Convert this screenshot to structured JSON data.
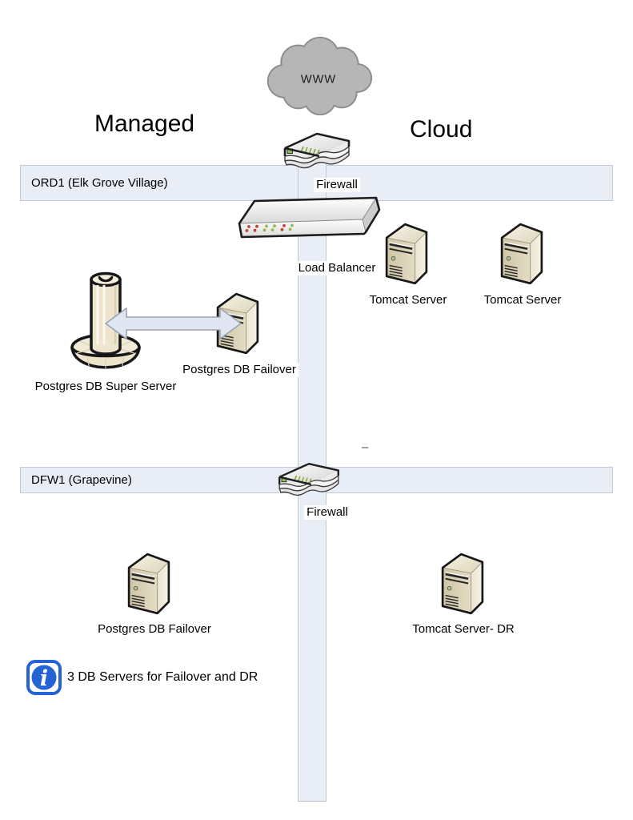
{
  "zones": {
    "managed": "Managed",
    "cloud": "Cloud"
  },
  "internet": {
    "www": "WWW",
    "icon": "cloud-icon"
  },
  "bands": {
    "ord1": {
      "label": "ORD1 (Elk Grove Village)"
    },
    "dfw1": {
      "label": "DFW1 (Grapevine)"
    },
    "backbone": {
      "description": "vertical-backbone-band"
    }
  },
  "nodes": {
    "firewall_top": {
      "label": "Firewall",
      "icon": "firewall-icon"
    },
    "load_balancer": {
      "label": "Load Balancer",
      "icon": "load-balancer-icon"
    },
    "tomcat1": {
      "label": "Tomcat Server",
      "icon": "server-tower-icon"
    },
    "tomcat2": {
      "label": "Tomcat Server",
      "icon": "server-tower-icon"
    },
    "pg_super": {
      "label": "Postgres DB Super Server",
      "icon": "mainframe-icon"
    },
    "pg_failover_top": {
      "label": "Postgres DB Failover",
      "icon": "server-tower-icon"
    },
    "firewall_bottom": {
      "label": "Firewall",
      "icon": "firewall-icon"
    },
    "pg_failover_bottom": {
      "label": "Postgres DB Failover",
      "icon": "server-tower-icon"
    },
    "tomcat_dr": {
      "label": "Tomcat Server- DR",
      "icon": "server-tower-icon"
    }
  },
  "connector": {
    "type": "double-arrow",
    "between": [
      "pg_super",
      "pg_failover_top"
    ]
  },
  "note": {
    "text": "3 DB Servers for Failover and DR",
    "icon": "info-icon"
  },
  "misc": {
    "dash": "–"
  },
  "colors": {
    "band_fill": "#e9edf6",
    "band_border": "#c3c9d6",
    "cloud_fill": "#b6b6b6",
    "server_beige": "#d8cfb3",
    "info_blue": "#2563d4",
    "led_red": "#bf4436",
    "led_green": "#94b84a",
    "arrow_fill": "#dfe5f1"
  }
}
